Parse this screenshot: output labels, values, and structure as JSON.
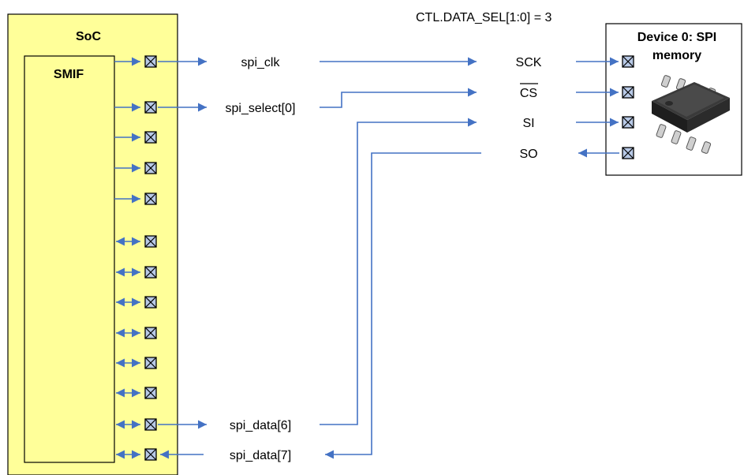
{
  "soc": {
    "title": "SoC",
    "block": "SMIF"
  },
  "config_label": "CTL.DATA_SEL[1:0] = 3",
  "device": {
    "title_line1": "Device 0: SPI",
    "title_line2": "memory"
  },
  "signals": {
    "spi_clk": "spi_clk",
    "spi_select": "spi_select[0]",
    "spi_data6": "spi_data[6]",
    "spi_data7": "spi_data[7]"
  },
  "device_pins": {
    "sck": "SCK",
    "cs": "CS",
    "si": "SI",
    "so": "SO"
  },
  "colors": {
    "soc_fill": "#ffff99",
    "pin_fill": "#b8c9e6",
    "arrow": "#4472c4"
  }
}
